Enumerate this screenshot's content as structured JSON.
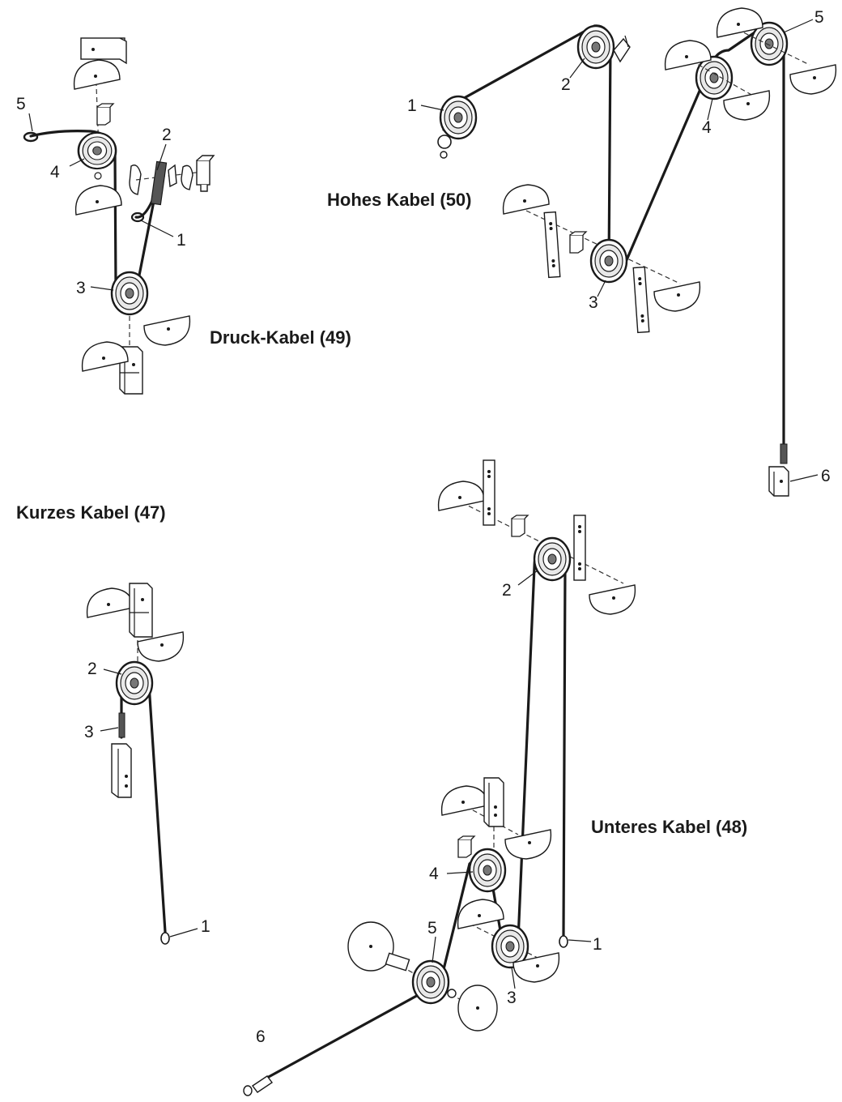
{
  "diagrams": {
    "druck": {
      "title": "Druck-Kabel (49)",
      "labels": {
        "l1": "1",
        "l2": "2",
        "l3": "3",
        "l4": "4",
        "l5": "5"
      }
    },
    "hohes": {
      "title": "Hohes Kabel (50)",
      "labels": {
        "l1": "1",
        "l2": "2",
        "l3": "3",
        "l4": "4",
        "l5": "5",
        "l6": "6"
      }
    },
    "kurzes": {
      "title": "Kurzes Kabel (47)",
      "labels": {
        "l1": "1",
        "l2": "2",
        "l3": "3"
      }
    },
    "unteres": {
      "title": "Unteres Kabel (48)",
      "labels": {
        "l1": "1",
        "l2": "2",
        "l3": "3",
        "l4": "4",
        "l5": "5",
        "l6": "6"
      }
    }
  }
}
